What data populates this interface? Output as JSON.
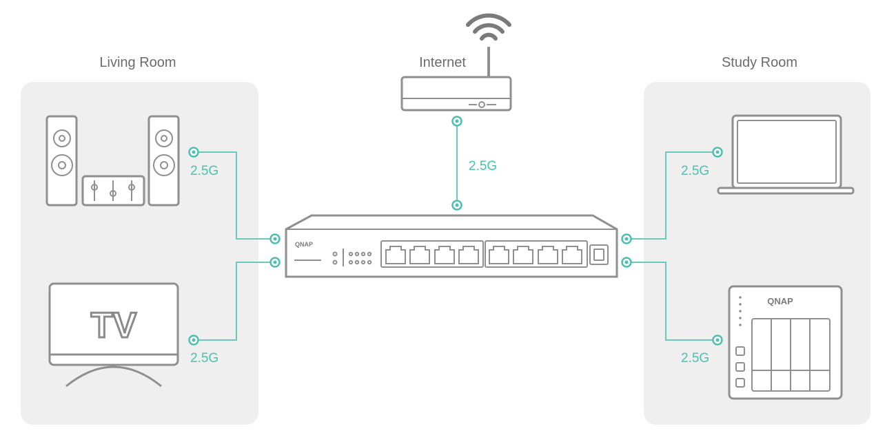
{
  "zones": {
    "living_room": "Living Room",
    "internet": "Internet",
    "study_room": "Study Room"
  },
  "links": {
    "speakers": "2.5G",
    "tv": "2.5G",
    "router": "2.5G",
    "laptop": "2.5G",
    "nas": "2.5G"
  },
  "branding": {
    "switch": "QNAP",
    "nas": "QNAP"
  },
  "tv_screen_text": "TV",
  "colors": {
    "accent": "#4dbfae",
    "panel": "#efefef",
    "device_stroke": "#8f8f8f",
    "label": "#6b6b6b"
  }
}
